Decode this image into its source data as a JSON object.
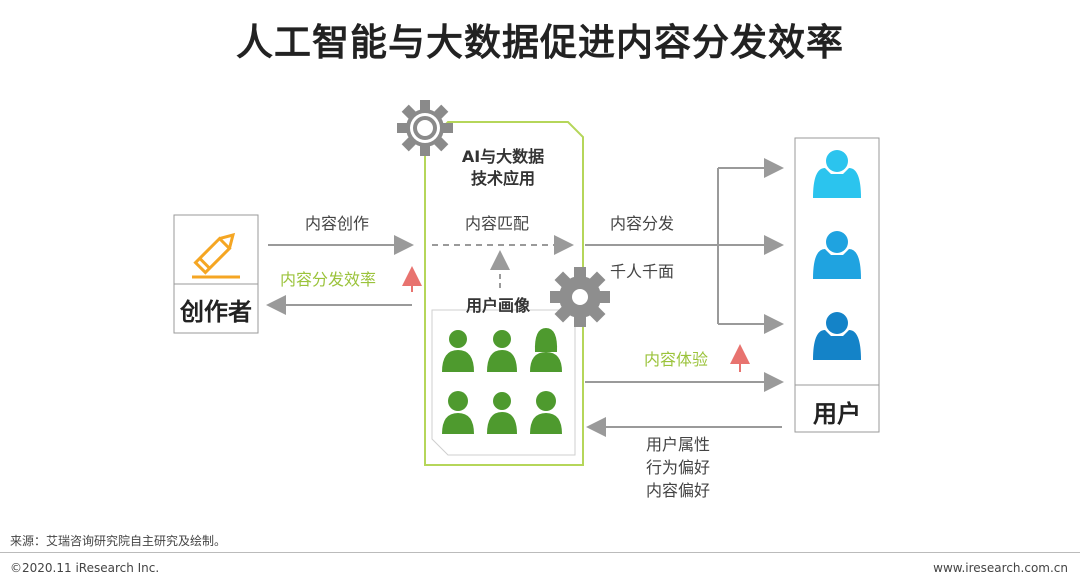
{
  "title": "人工智能与大数据促进内容分发效率",
  "creator": {
    "label": "创作者",
    "icon": "pencil-icon"
  },
  "user": {
    "label": "用户",
    "icon": "users-icon"
  },
  "tech_box": {
    "line1": "AI与大数据",
    "line2": "技术应用"
  },
  "profile_label": "用户画像",
  "arrows": {
    "create": "内容创作",
    "efficiency": "内容分发效率",
    "match": "内容匹配",
    "distribute": "内容分发",
    "personalized": "千人千面",
    "experience": "内容体验",
    "attributes": [
      "用户属性",
      "行为偏好",
      "内容偏好"
    ]
  },
  "footer": {
    "source": "来源：艾瑞咨询研究院自主研究及绘制。",
    "copyright": "©2020.11 iResearch Inc.",
    "website": "www.iresearch.com.cn"
  },
  "colors": {
    "green": "#9bc33b",
    "dark_green": "#4e9a2e",
    "blue_light": "#2bc4ee",
    "blue_mid": "#1fa3e0",
    "blue_dark": "#1483c8",
    "orange": "#f5a623",
    "gray": "#8e8e8e",
    "up_arrow": "#e8736f"
  }
}
